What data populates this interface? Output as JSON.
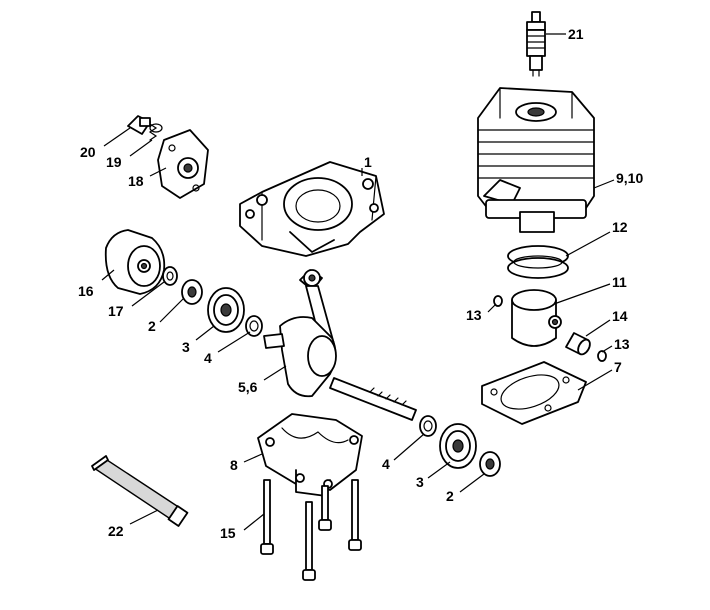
{
  "callouts": {
    "c1": "1",
    "c2a": "2",
    "c2b": "2",
    "c3a": "3",
    "c3b": "3",
    "c4a": "4",
    "c4b": "4",
    "c56": "5,6",
    "c7": "7",
    "c8": "8",
    "c910": "9,10",
    "c11": "11",
    "c12": "12",
    "c13a": "13",
    "c13b": "13",
    "c14": "14",
    "c15": "15",
    "c16": "16",
    "c17": "17",
    "c18": "18",
    "c19": "19",
    "c20": "20",
    "c21": "21",
    "c22": "22"
  },
  "colors": {
    "line": "#000000",
    "background": "#ffffff",
    "shade": "#d8d8d8"
  }
}
